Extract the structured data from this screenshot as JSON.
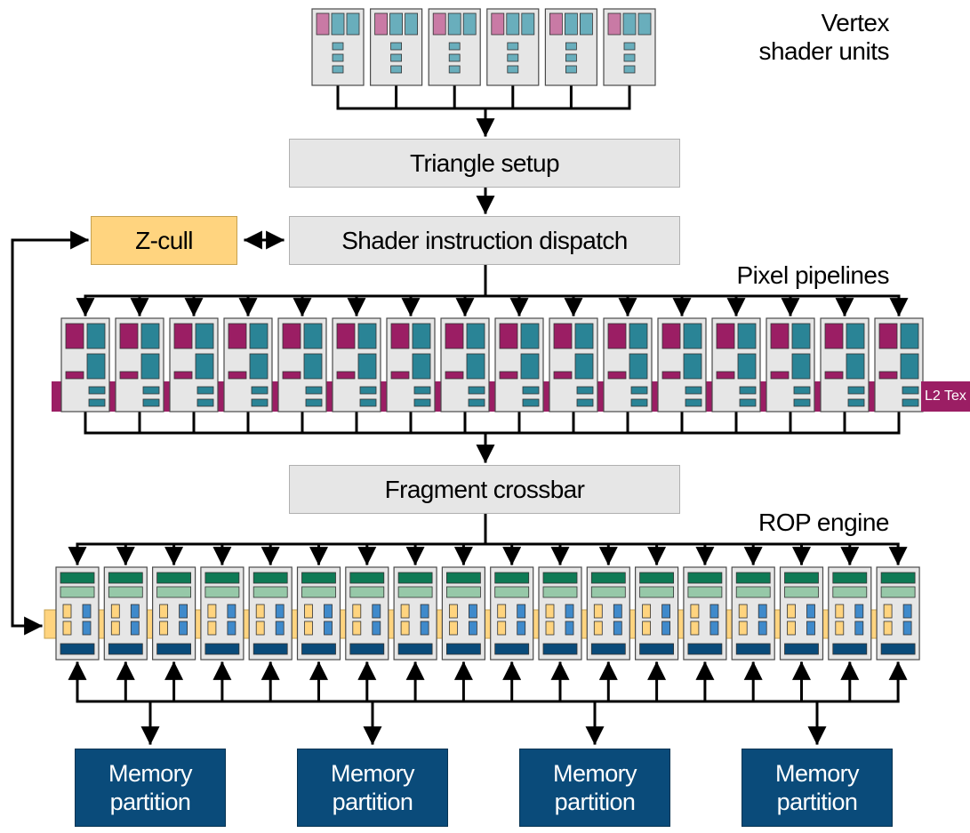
{
  "labels": {
    "vertex_title_line1": "Vertex",
    "vertex_title_line2": "shader units",
    "triangle_setup": "Triangle setup",
    "z_cull": "Z-cull",
    "shader_dispatch": "Shader instruction dispatch",
    "pixel_pipelines": "Pixel pipelines",
    "l2_tex": "L2 Tex",
    "fragment_crossbar": "Fragment crossbar",
    "rop_engine": "ROP engine",
    "memory_partition_line1": "Memory",
    "memory_partition_line2": "partition"
  },
  "counts": {
    "vertex_units": 6,
    "pixel_pipelines": 16,
    "rop_units": 18,
    "memory_partitions": 4
  },
  "colors": {
    "unit_bg": "#e6e6e6",
    "unit_border": "#4a4a4a",
    "vertex_pink": "#c97aa5",
    "vertex_teal": "#69aebc",
    "pixel_magenta": "#9b1e64",
    "pixel_teal": "#2a8496",
    "rop_green_dark": "#0f7a55",
    "rop_green_light": "#96c8a8",
    "rop_yellow": "#ffd47f",
    "rop_blue": "#3f8acb",
    "rop_navy": "#0a4b7a",
    "zcull": "#ffd47f",
    "memory": "#0a4b7a"
  }
}
